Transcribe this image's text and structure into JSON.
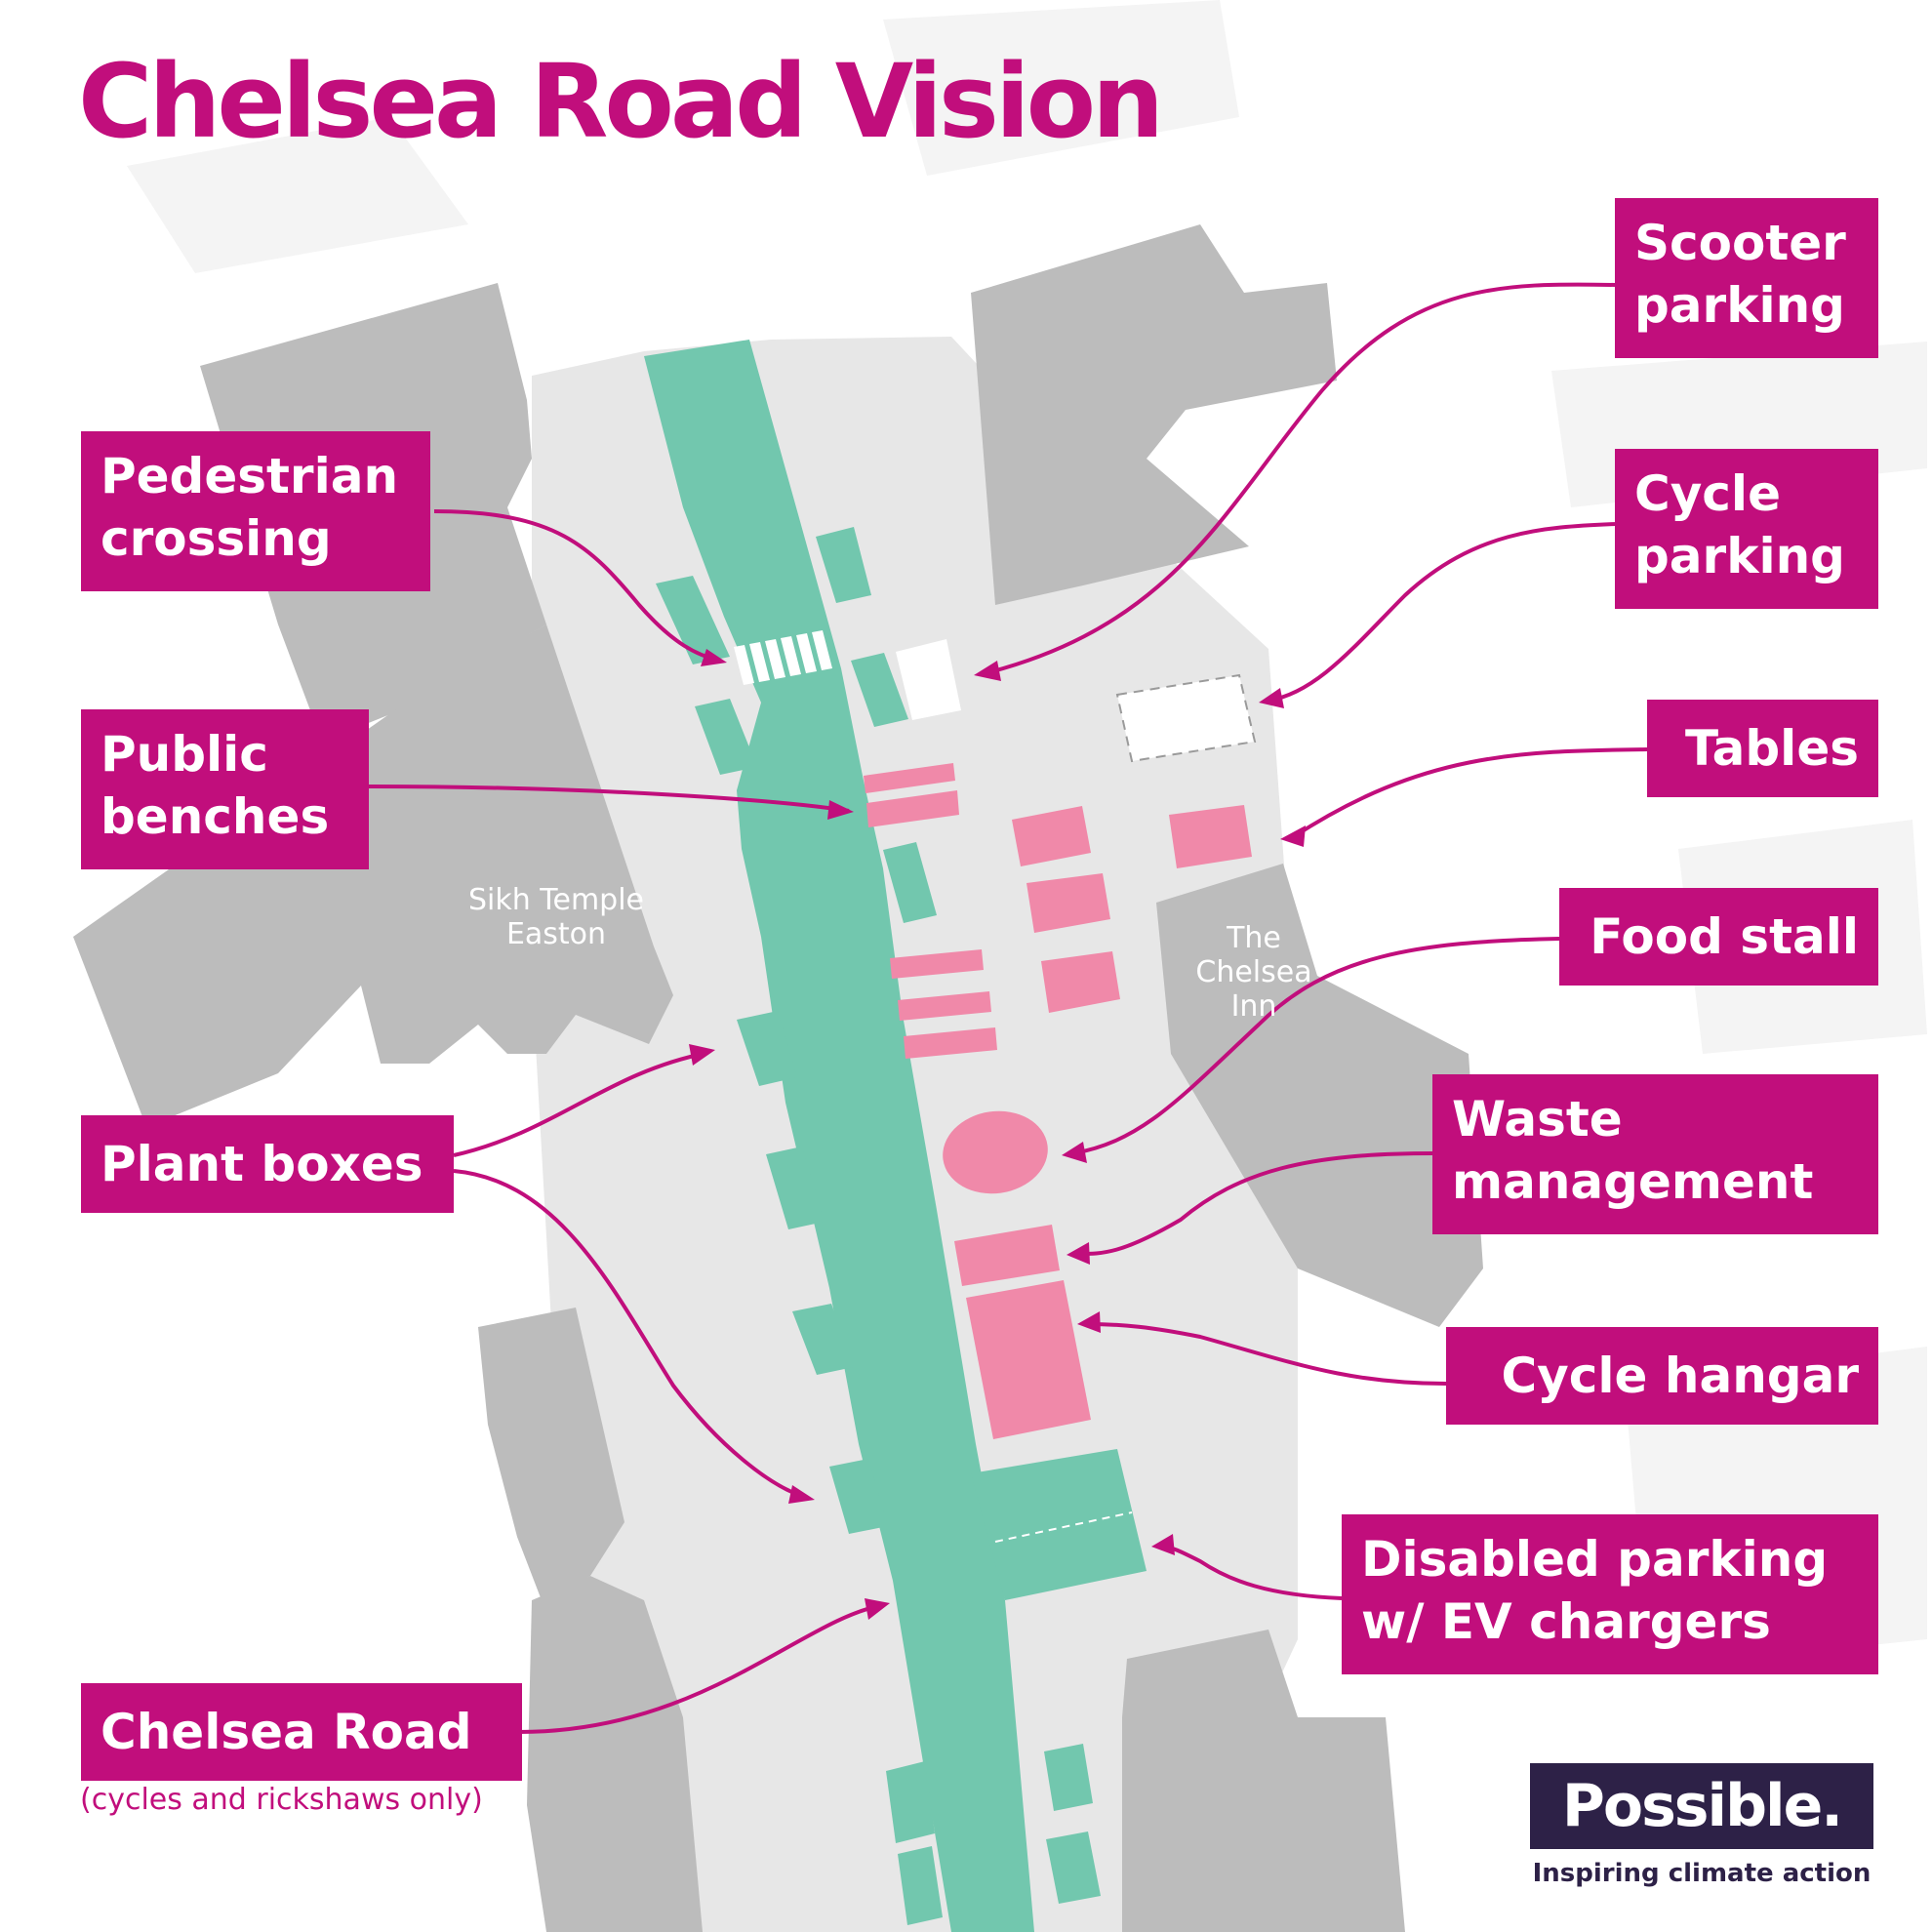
{
  "title": "Chelsea Road Vision",
  "colors": {
    "accent": "#c10e7c",
    "road": "#72c7ae",
    "building": "#bcbcbc",
    "pavement": "#e7e7e7",
    "furniture": "#f089a9",
    "brand_dark": "#2d2147"
  },
  "labels": {
    "pedestrian_crossing": "Pedestrian\ncrossing",
    "public_benches": "Public\nbenches",
    "plant_boxes": "Plant boxes",
    "chelsea_road": "Chelsea Road",
    "chelsea_road_note": "(cycles and rickshaws only)",
    "scooter_parking": "Scooter\nparking",
    "cycle_parking": "Cycle\nparking",
    "tables": "Tables",
    "food_stall": "Food stall",
    "waste_management": "Waste\nmanagement",
    "cycle_hangar": "Cycle hangar",
    "disabled_parking": "Disabled parking\nw/ EV chargers"
  },
  "places": {
    "sikh_temple": "Sikh Temple\nEaston",
    "chelsea_inn": "The\nChelsea\nInn"
  },
  "logo": {
    "name": "Possible.",
    "tagline": "Inspiring climate action"
  }
}
